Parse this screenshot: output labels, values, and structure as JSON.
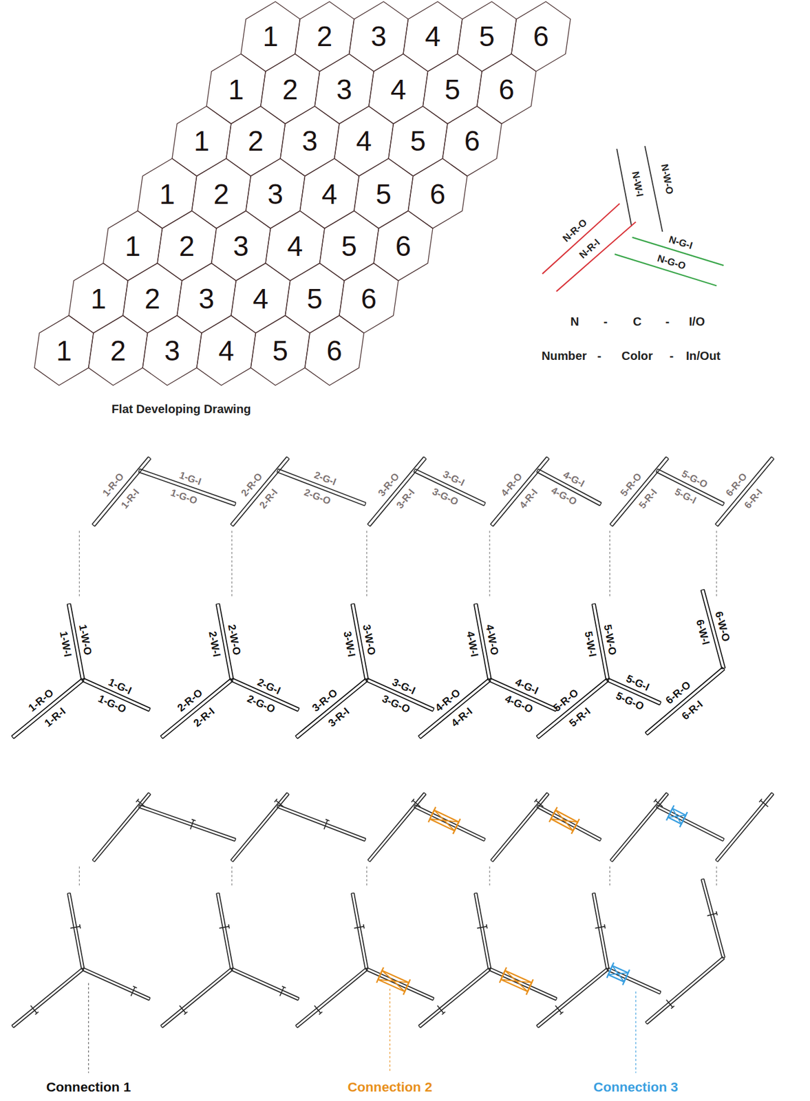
{
  "diagram": {
    "labels": [
      "1",
      "2",
      "3",
      "4",
      "5",
      "6",
      "1",
      "2",
      "3",
      "4",
      "5",
      "6",
      "1",
      "2",
      "3",
      "4",
      "5",
      "6",
      "1",
      "2",
      "3",
      "4",
      "5",
      "6",
      "1",
      "2",
      "3",
      "4",
      "5",
      "6",
      "1",
      "2",
      "3",
      "4",
      "5",
      "6",
      "1",
      "2",
      "3",
      "4",
      "5",
      "6",
      "N-W-I",
      "N-W-O",
      "N-R-O",
      "N-R-I",
      "N-G-I",
      "N-G-O",
      "N",
      "-",
      "C",
      "-",
      "I/O",
      "Number",
      "-",
      "Color",
      "-",
      "In/Out",
      "Flat Developing Drawing",
      "1-R-O",
      "1-R-I",
      "1-G-I",
      "1-G-O",
      "2-R-O",
      "2-R-I",
      "2-G-I",
      "2-G-O",
      "3-R-O",
      "3-R-I",
      "3-G-I",
      "3-G-O",
      "4-R-O",
      "4-R-I",
      "4-G-I",
      "4-G-O",
      "5-R-O",
      "5-R-I",
      "5-G-I",
      "5-G-O",
      "6-R-O",
      "6-R-I",
      "1-W-I",
      "1-W-O",
      "1-R-O",
      "1-R-I",
      "1-G-I",
      "1-G-O",
      "2-W-I",
      "2-W-O",
      "2-R-O",
      "2-R-I",
      "2-G-I",
      "2-G-O",
      "3-W-I",
      "3-W-O",
      "3-R-O",
      "3-R-I",
      "3-G-I",
      "3-G-O",
      "4-W-I",
      "4-W-O",
      "4-R-O",
      "4-R-I",
      "4-G-I",
      "4-G-O",
      "5-W-I",
      "5-W-O",
      "5-R-O",
      "5-R-I",
      "5-G-I",
      "5-G-O",
      "6-W-I",
      "6-W-O",
      "6-R-O",
      "6-R-I",
      "Connection 1",
      "Connection 2",
      "Connection 3"
    ]
  }
}
